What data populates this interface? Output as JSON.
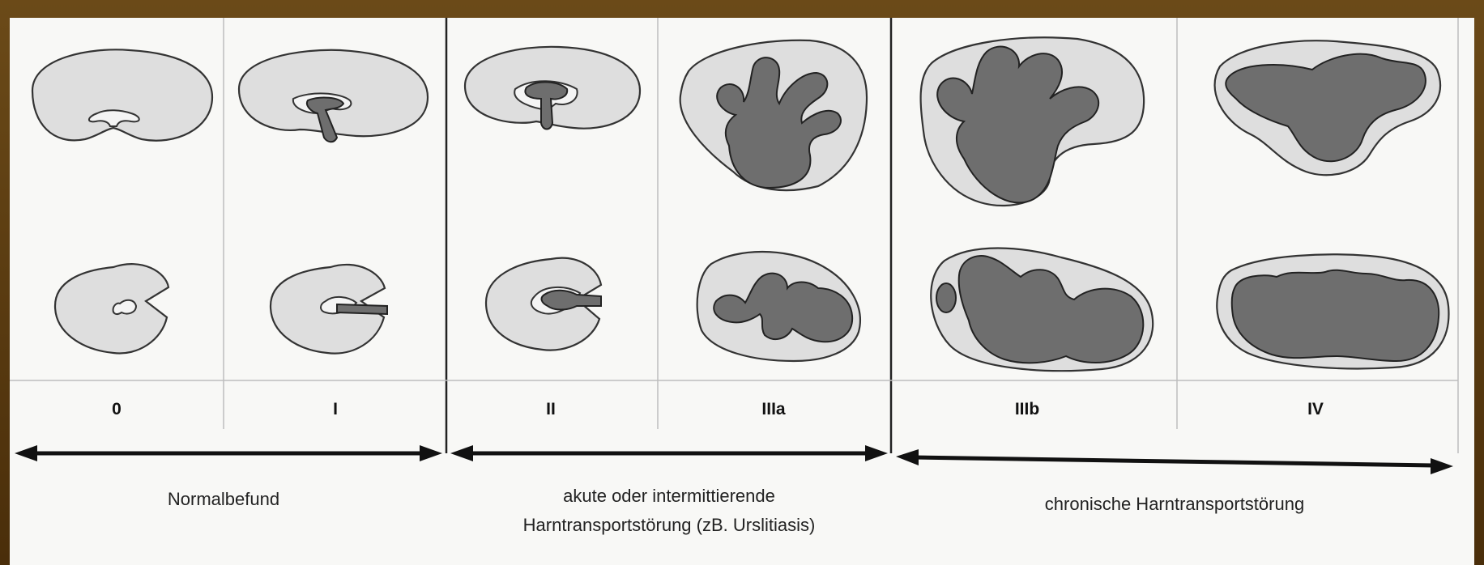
{
  "grades": [
    {
      "label": "0"
    },
    {
      "label": "I"
    },
    {
      "label": "II"
    },
    {
      "label": "IIIa"
    },
    {
      "label": "IIIb"
    },
    {
      "label": "IV"
    }
  ],
  "groups": [
    {
      "lines": [
        "Normalbefund",
        ""
      ]
    },
    {
      "lines": [
        "akute oder intermittierende",
        "Harntransportstörung (zB. Urslitiasis)"
      ]
    },
    {
      "lines": [
        "chronische Harntransportstörung",
        ""
      ]
    }
  ],
  "colors": {
    "parenchyma": "#dedede",
    "pelvis": "#6e6e6e",
    "frame": "#5a3a10"
  }
}
